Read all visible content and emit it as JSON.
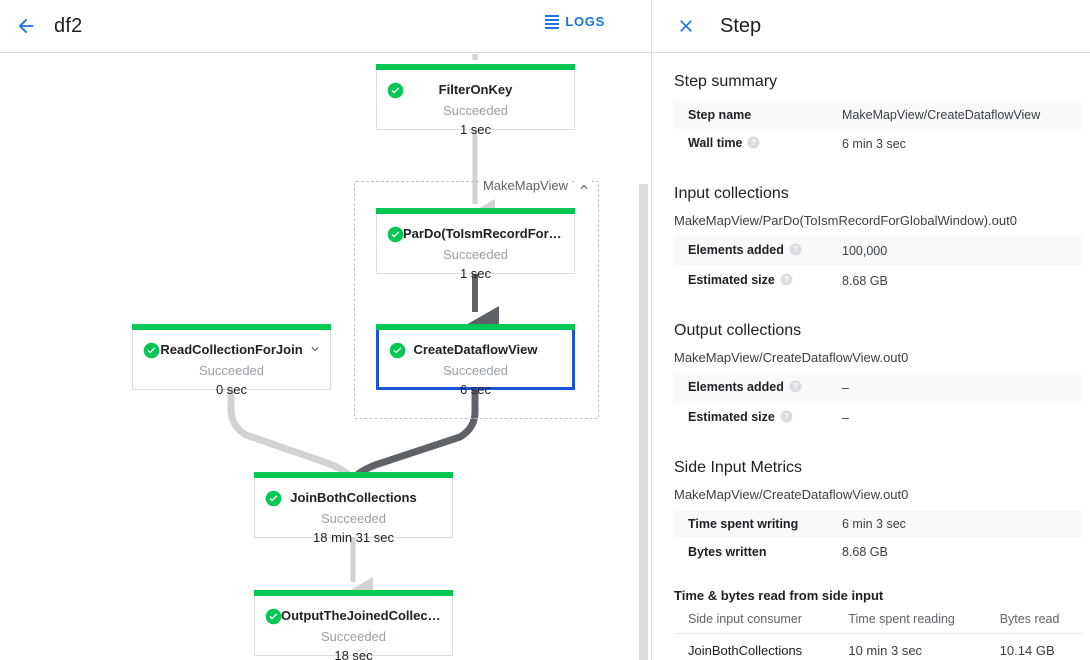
{
  "header": {
    "back_icon": "arrow-back-icon",
    "job_title": "df2",
    "logs_label": "LOGS",
    "logs_icon": "hamburger-icon"
  },
  "colors": {
    "accent_blue": "#1a73e8",
    "selected_border": "#1a56db",
    "status_green": "#00c853",
    "edge_light": "#d2d2d2",
    "edge_dark": "#5f6368"
  },
  "graph": {
    "group": {
      "label": "MakeMapView",
      "chevron_icon": "chevron-up-icon"
    },
    "nodes": [
      {
        "name": "FilterOnKey",
        "status": "Succeeded",
        "time": "1 sec",
        "status_icon": "check-circle-icon",
        "selected": false,
        "chevron": null
      },
      {
        "name": "ParDo(ToIsmRecordFor…",
        "status": "Succeeded",
        "time": "1 sec",
        "status_icon": "check-circle-icon",
        "selected": false,
        "chevron": null
      },
      {
        "name": "CreateDataflowView",
        "status": "Succeeded",
        "time": "6 sec",
        "status_icon": "check-circle-icon",
        "selected": true,
        "chevron": null
      },
      {
        "name": "ReadCollectionForJoin",
        "status": "Succeeded",
        "time": "0 sec",
        "status_icon": "check-circle-icon",
        "selected": false,
        "chevron": "chevron-down-icon"
      },
      {
        "name": "JoinBothCollections",
        "status": "Succeeded",
        "time": "18 min 31 sec",
        "status_icon": "check-circle-icon",
        "selected": false,
        "chevron": null
      },
      {
        "name": "OutputTheJoinedCollec…",
        "status": "Succeeded",
        "time": "18 sec",
        "status_icon": "check-circle-icon",
        "selected": false,
        "chevron": null
      }
    ]
  },
  "panel": {
    "close_icon": "close-icon",
    "title": "Step",
    "step_summary": {
      "title": "Step summary",
      "rows": [
        {
          "label": "Step name",
          "value": "MakeMapView/CreateDataflowView",
          "help": false
        },
        {
          "label": "Wall time",
          "value": "6 min 3 sec",
          "help": true
        }
      ]
    },
    "input_collections": {
      "title": "Input collections",
      "collection": "MakeMapView/ParDo(ToIsmRecordForGlobalWindow).out0",
      "rows": [
        {
          "label": "Elements added",
          "value": "100,000",
          "help": true
        },
        {
          "label": "Estimated size",
          "value": "8.68 GB",
          "help": true
        }
      ]
    },
    "output_collections": {
      "title": "Output collections",
      "collection": "MakeMapView/CreateDataflowView.out0",
      "rows": [
        {
          "label": "Elements added",
          "value": "–",
          "help": true
        },
        {
          "label": "Estimated size",
          "value": "–",
          "help": true
        }
      ]
    },
    "side_input_metrics": {
      "title": "Side Input Metrics",
      "collection": "MakeMapView/CreateDataflowView.out0",
      "rows": [
        {
          "label": "Time spent writing",
          "value": "6 min 3 sec",
          "help": false
        },
        {
          "label": "Bytes written",
          "value": "8.68 GB",
          "help": false
        }
      ],
      "sub_title": "Time & bytes read from side input",
      "table": {
        "headers": [
          "Side input consumer",
          "Time spent reading",
          "Bytes read"
        ],
        "rows": [
          [
            "JoinBothCollections",
            "10 min 3 sec",
            "10.14 GB"
          ]
        ]
      }
    }
  }
}
